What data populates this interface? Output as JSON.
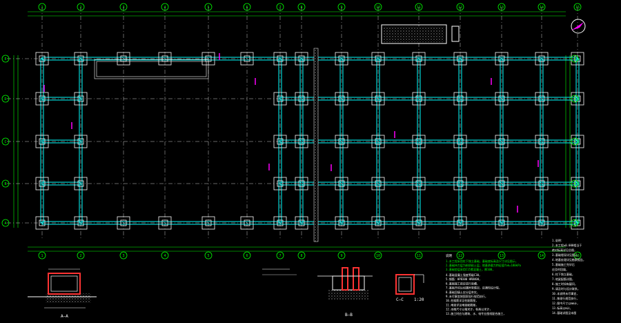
{
  "colors": {
    "background": "#000000",
    "beam": "#00ffff",
    "gridline": "#ffffff",
    "axis_bubble": "#00ff00",
    "annotation": "#ff00ff",
    "text_white": "#ffffff",
    "text_green": "#00ff00",
    "text_red": "#ff3333",
    "hatch": "#cccccc"
  },
  "axes": {
    "top_labels": [
      "1",
      "2",
      "3",
      "4",
      "5",
      "6",
      "7",
      "8",
      "9",
      "10",
      "11",
      "12",
      "13",
      "14",
      "15"
    ],
    "left_labels": [
      "E",
      "D",
      "C",
      "B",
      "A"
    ],
    "right_labels": [
      "E",
      "D",
      "C",
      "B",
      "A"
    ]
  },
  "sections": {
    "a": "A—A",
    "b": "B—B",
    "c": "C—C",
    "c_scale": "1:20"
  },
  "notes": {
    "title": "说明",
    "green_lines": [
      "1.本工程采用柱下独立基础，基础底标高及尺寸详见图示，",
      "2.基础持力层为粉质粘土层，地基承载力特征值fak=180kPa",
      "3.基础垫层采用C15素混凝土，厚100，"
    ],
    "white_lines": [
      "4.基础混凝土强度等级C30，",
      "5.钢筋：HPB300 HRB400，",
      "6.基础施工前应进行验槽，",
      "7.基础开挖后如遇异常情况，应通知设计院，",
      "8.基础回填土应分层夯实，",
      "9.未尽事宜按国家现行规范执行，",
      "10.柱插筋详见柱配筋图，",
      "11.地梁详见地梁配筋图，",
      "12.本图尺寸以毫米计，标高以米计，",
      "13.施工时应与建筑、水、电专业图纸配合施工，"
    ],
    "right_lines": [
      "1.说明：",
      "2.本工程±0.000相当于",
      "  绝对标高详见总图，",
      "3.基础埋深详见图示，",
      "4.地基处理详见勘察报告，",
      "5.基础施工完毕后",
      "  应及时回填，",
      "6.柱下独立基础，",
      "7.地梁配筋详图，",
      "8.施工时如有疑问，",
      "9.请及时与设计联系，",
      "10.本说明未尽事宜，",
      "11.按现行规范执行，",
      "12.图中尺寸以mm计，",
      "13.标高以m计，",
      "14.基础详图见本图"
    ]
  }
}
